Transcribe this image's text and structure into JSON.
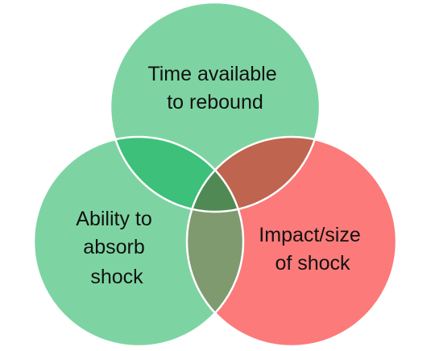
{
  "diagram": {
    "circles": [
      {
        "id": "top",
        "name": "circle-time-available",
        "fill": "#7dd4a2",
        "label_lines": [
          "Time available",
          "to rebound"
        ]
      },
      {
        "id": "left",
        "name": "circle-ability-to-absorb",
        "fill": "#7dd4a2",
        "label_lines": [
          "Ability to",
          "absorb",
          "shock"
        ]
      },
      {
        "id": "right",
        "name": "circle-impact-size",
        "fill": "#fc7a7a",
        "label_lines": [
          "Impact/size",
          "of shock"
        ]
      }
    ],
    "overlaps": {
      "top_left": "#3dc079",
      "top_right": "#bf644f",
      "left_right": "#7f9a6f",
      "center": "#508954"
    }
  }
}
